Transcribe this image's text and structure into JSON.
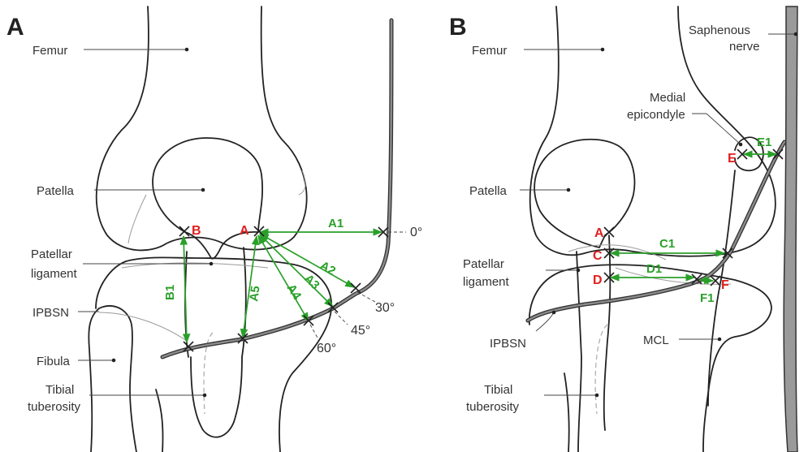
{
  "colors": {
    "measurement": "#2aa02a",
    "point_label": "#e02020",
    "outline": "#222222",
    "nerve": "#8c8c8c"
  },
  "panel_a": {
    "panel_label": "A",
    "labels": {
      "femur": "Femur",
      "patella": "Patella",
      "patellar_ligament_1": "Patellar",
      "patellar_ligament_2": "ligament",
      "ipbsn": "IPBSN",
      "fibula": "Fibula",
      "tibial_tuberosity_1": "Tibial",
      "tibial_tuberosity_2": "tuberosity"
    },
    "points": {
      "a": "A",
      "b": "B"
    },
    "measurements": {
      "a1": "A1",
      "a2": "A2",
      "a3": "A3",
      "a4": "A4",
      "a5": "A5",
      "b1": "B1"
    },
    "angles": {
      "deg0": "0°",
      "deg30": "30°",
      "deg45": "45°",
      "deg60": "60°"
    }
  },
  "panel_b": {
    "panel_label": "B",
    "labels": {
      "femur": "Femur",
      "saphenous_1": "Saphenous",
      "saphenous_2": "nerve",
      "medial_epicondyle_1": "Medial",
      "medial_epicondyle_2": "epicondyle",
      "patella": "Patella",
      "patellar_ligament_1": "Patellar",
      "patellar_ligament_2": "ligament",
      "ipbsn": "IPBSN",
      "mcl": "MCL",
      "tibial_tuberosity_1": "Tibial",
      "tibial_tuberosity_2": "tuberosity"
    },
    "points": {
      "a": "A",
      "c": "C",
      "d": "D",
      "e": "E",
      "f": "F"
    },
    "measurements": {
      "c1": "C1",
      "d1": "D1",
      "e1": "E1",
      "f1": "F1"
    }
  }
}
